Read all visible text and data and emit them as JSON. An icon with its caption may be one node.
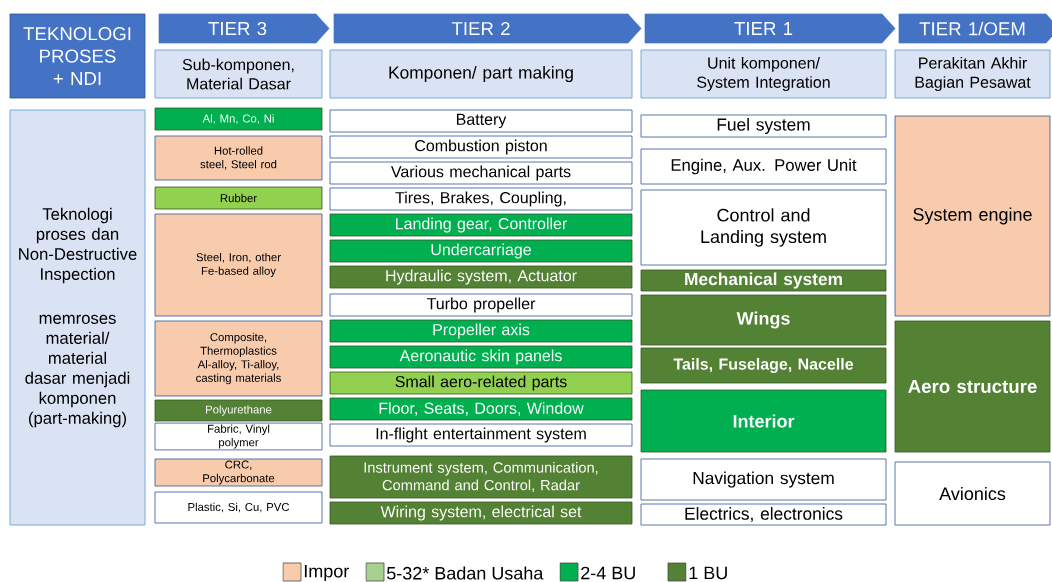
{
  "diagram": {
    "nodes": [
      {
        "text": [
          "TEKNOLOGI PROSES + NDI"
        ]
      },
      {
        "text": [
          "Teknologi proses dan Non-Destructive Inspection",
          "memroses material/ material dasar menjadi komponen (part-making)"
        ]
      },
      {
        "text": [
          "TIER 3"
        ]
      },
      {
        "text": [
          "Sub-komponen, Material Dasar"
        ]
      },
      {
        "text": [
          "Al, Mn, Co, Ni"
        ]
      },
      {
        "text": [
          "Hot-rolled steel, Steel rod"
        ]
      },
      {
        "text": [
          "Rubber"
        ]
      },
      {
        "text": [
          "Steel, Iron, other Fe-based alloy"
        ]
      },
      {
        "text": [
          "Composite, Thermoplastics Al-alloy, Ti-alloy, casting materials"
        ]
      },
      {
        "text": [
          "Polyurethane"
        ]
      },
      {
        "text": [
          "Fabric, Vinyl polymer"
        ]
      },
      {
        "text": [
          "CRC, Polycarbonate"
        ]
      },
      {
        "text": [
          "Plastic, Si, Cu, PVC"
        ]
      },
      {
        "text": [
          "TIER 2"
        ]
      },
      {
        "text": [
          "Komponen/ part making"
        ]
      },
      {
        "text": [
          "Battery"
        ]
      },
      {
        "text": [
          "Combustion piston"
        ]
      },
      {
        "text": [
          "Various mechanical parts"
        ]
      },
      {
        "text": [
          "Tires, Brakes, Coupling,"
        ]
      },
      {
        "text": [
          "Landing gear, Controller"
        ]
      },
      {
        "text": [
          "Undercarriage"
        ]
      },
      {
        "text": [
          "Hydraulic system, Actuator"
        ]
      },
      {
        "text": [
          "Turbo propeller"
        ]
      },
      {
        "text": [
          "Propeller axis"
        ]
      },
      {
        "text": [
          "Aeronautic skin panels"
        ]
      },
      {
        "text": [
          "Small aero-related parts"
        ]
      },
      {
        "text": [
          "Floor, Seats, Doors, Window"
        ]
      },
      {
        "text": [
          "In-flight entertainment system"
        ]
      },
      {
        "text": [
          "Instrument system, Communication, Command and Control, Radar"
        ]
      },
      {
        "text": [
          "Wiring system, electrical set"
        ]
      },
      {
        "text": [
          "TIER 1"
        ]
      },
      {
        "text": [
          "Unit komponen/ System Integration"
        ]
      },
      {
        "text": [
          "Fuel system"
        ]
      },
      {
        "text": [
          "Engine, Aux. Power Unit"
        ]
      },
      {
        "text": [
          "Control and Landing system"
        ]
      },
      {
        "text": [
          "Mechanical system"
        ]
      },
      {
        "text": [
          "Wings"
        ]
      },
      {
        "text": [
          "Tails, Fuselage, Nacelle"
        ]
      },
      {
        "text": [
          "Interior"
        ]
      },
      {
        "text": [
          "Navigation system"
        ]
      },
      {
        "text": [
          "Electrics, electronics"
        ]
      },
      {
        "text": [
          "TIER 1/OEM"
        ]
      },
      {
        "text": [
          "Perakitan Akhir Bagian Pesawat"
        ]
      },
      {
        "text": [
          "System engine"
        ]
      },
      {
        "text": [
          "Aero structure"
        ]
      },
      {
        "text": [
          "Avionics"
        ]
      }
    ],
    "legend": [
      {
        "text": "Impor",
        "color": "#f8cbad"
      },
      {
        "text": "5-32* Badan Usaha",
        "color": "#a9d18e"
      },
      {
        "text": "2-4 BU",
        "color": "#00b050"
      },
      {
        "text": "1 BU",
        "color": "#548235"
      }
    ]
  }
}
